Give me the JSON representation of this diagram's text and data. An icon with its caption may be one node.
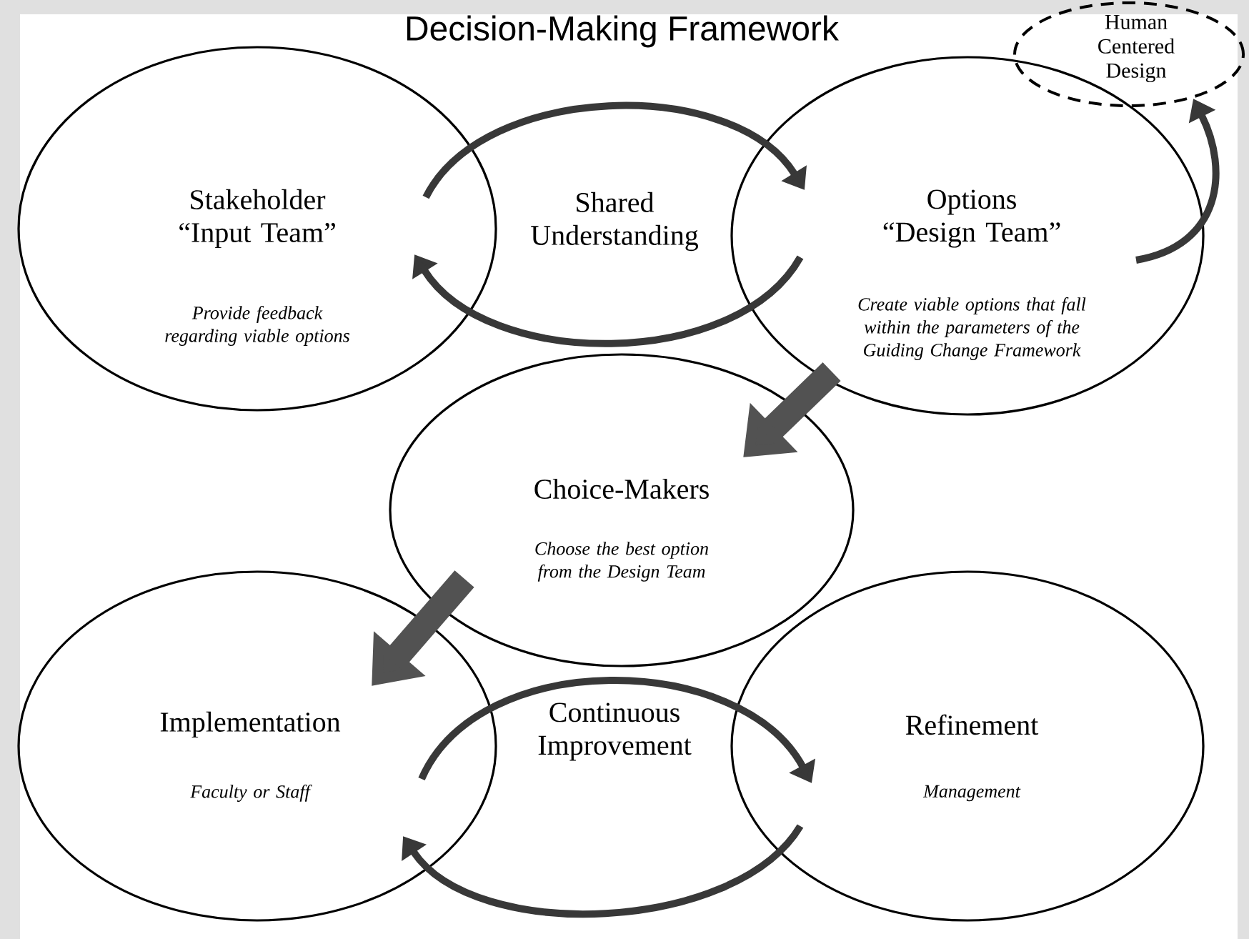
{
  "diagram": {
    "title": "Decision-Making Framework",
    "nodes": [
      {
        "text": [
          "Stakeholder “Input Team”",
          "Provide feedback regarding viable options"
        ]
      },
      {
        "text": [
          "Shared Understanding"
        ]
      },
      {
        "text": [
          "Options “Design Team”",
          "Create viable options that fall within the parameters of the Guiding Change Framework"
        ]
      },
      {
        "text": [
          "Human Centered Design"
        ]
      },
      {
        "text": [
          "Choice-Makers",
          "Choose the best option from the Design Team"
        ]
      },
      {
        "text": [
          "Implementation",
          "Faculty or Staff"
        ]
      },
      {
        "text": [
          "Continuous Improvement"
        ]
      },
      {
        "text": [
          "Refinement",
          "Management"
        ]
      }
    ],
    "edges": [
      {
        "from": 0,
        "to": 2,
        "arrow": "to"
      },
      {
        "from": 2,
        "to": 0,
        "arrow": "to"
      },
      {
        "from": 2,
        "to": 3,
        "arrow": "to"
      },
      {
        "from": 2,
        "to": 4,
        "arrow": "to",
        "style": "thick"
      },
      {
        "from": 4,
        "to": 5,
        "arrow": "to",
        "style": "thick"
      },
      {
        "from": 5,
        "to": 7,
        "arrow": "to"
      },
      {
        "from": 7,
        "to": 5,
        "arrow": "to"
      }
    ]
  }
}
